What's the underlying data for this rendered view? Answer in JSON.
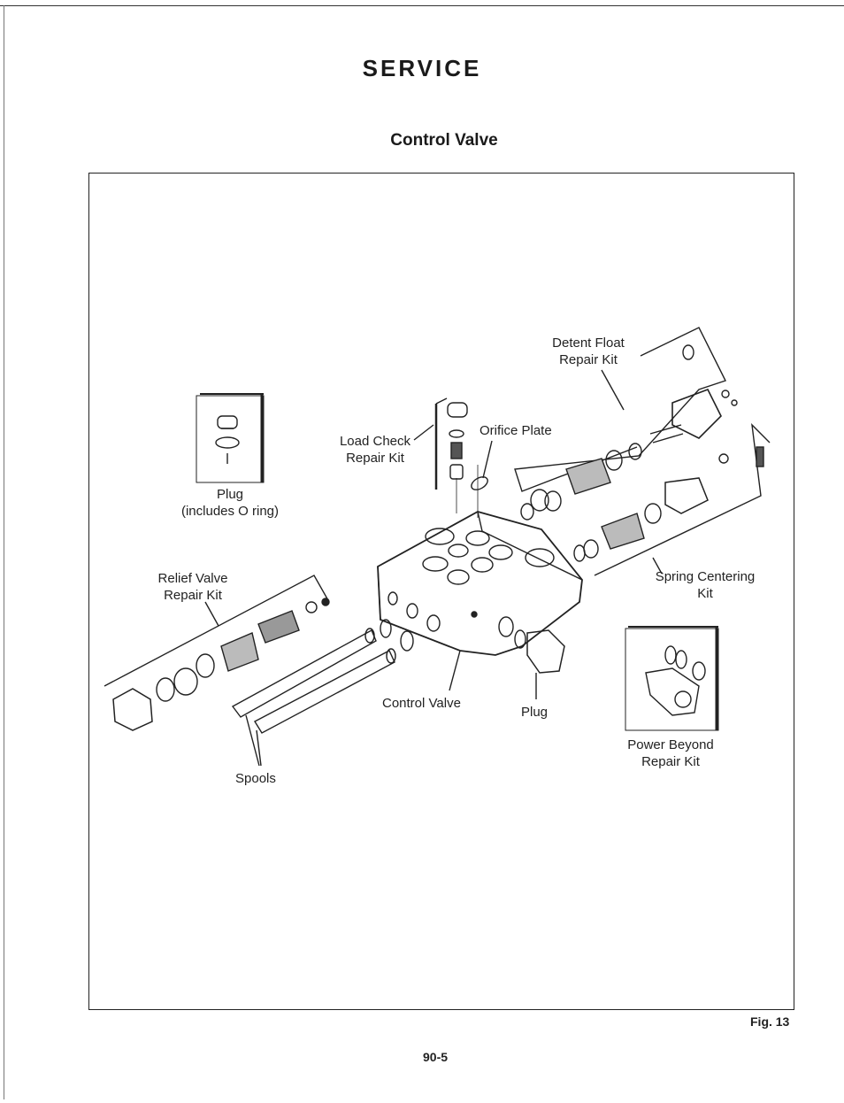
{
  "header": {
    "title": "SERVICE",
    "subtitle": "Control Valve"
  },
  "labels": {
    "plug_top": {
      "line1": "Plug",
      "line2": "(includes O ring)"
    },
    "load_check": {
      "line1": "Load Check",
      "line2": "Repair Kit"
    },
    "orifice_plate": "Orifice Plate",
    "detent_float": {
      "line1": "Detent Float",
      "line2": "Repair Kit"
    },
    "relief_valve": {
      "line1": "Relief Valve",
      "line2": "Repair Kit"
    },
    "spring_centering": {
      "line1": "Spring Centering",
      "line2": "Kit"
    },
    "control_valve": "Control Valve",
    "plug_right": "Plug",
    "power_beyond": {
      "line1": "Power Beyond",
      "line2": "Repair Kit"
    },
    "spools": "Spools"
  },
  "footer": {
    "figure": "Fig. 13",
    "page": "90-5"
  }
}
